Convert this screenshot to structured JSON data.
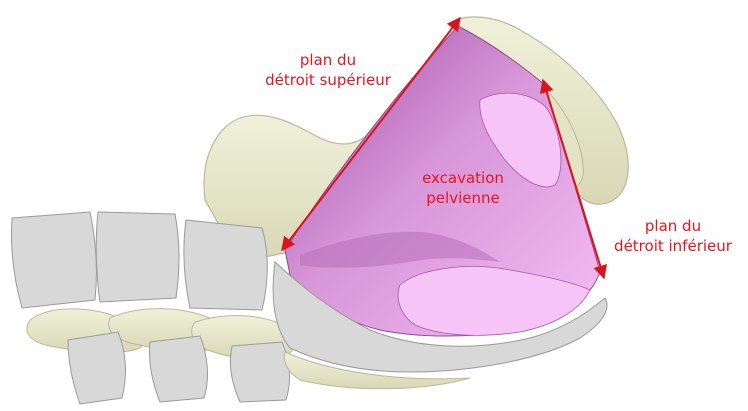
{
  "labels": {
    "superior_plane": {
      "line1": "plan du",
      "line2": "détroit supérieur"
    },
    "excavation": {
      "line1": "excavation",
      "line2": "pelvienne"
    },
    "inferior_plane": {
      "line1": "plan du",
      "line2": "détroit inférieur"
    }
  },
  "colors": {
    "label_red": "#e8141c",
    "arrow_red": "#d9141c",
    "bone": "#ebebce",
    "bone_edge": "#b9b99a",
    "section_cut": "#d8d8d8",
    "section_edge": "#9a9a9a",
    "excavation_pink": "#f2b5f2",
    "excavation_shadow": "#a45aa6",
    "background": "#ffffff"
  }
}
